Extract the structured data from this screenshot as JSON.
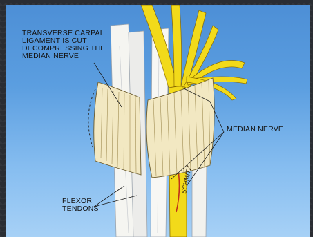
{
  "labels": {
    "ligament": "TRANSVERSE CARPAL\nLIGAMENT IS CUT\nDECOMPRESSING THE\nMEDIAN NERVE",
    "median_nerve": "MEDIAN NERVE",
    "flexor_tendons": "FLEXOR\nTENDONS",
    "signature": "SCHMITZ"
  },
  "colors": {
    "background_top": "#4d8fd6",
    "background_bottom": "#a7d1f6",
    "nerve": "#f2da1a",
    "tendon": "#f4f4f0",
    "ligament": "#f0e6c0"
  }
}
